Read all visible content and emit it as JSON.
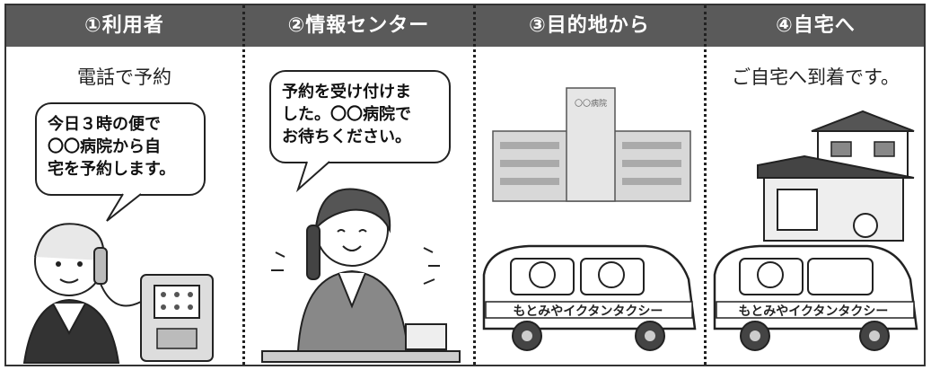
{
  "panels": [
    {
      "title": "①利用者",
      "caption": "電話で予約",
      "bubble": [
        "今日３時の便で",
        "〇〇病院から自",
        "宅を予約します。"
      ]
    },
    {
      "title": "②情報センター",
      "caption": "",
      "bubble": [
        "予約を受け付けま",
        "した。〇〇病院で",
        "お待ちください。"
      ]
    },
    {
      "title": "③目的地から",
      "caption": ""
    },
    {
      "title": "④自宅へ",
      "caption": "ご自宅へ到着です。"
    }
  ],
  "bus_text": "もとみやイクタンタクシー",
  "hospital_sign": "〇〇病院",
  "colors": {
    "header": "#5a5a5a",
    "header_text": "#ffffff",
    "line": "#222222"
  }
}
